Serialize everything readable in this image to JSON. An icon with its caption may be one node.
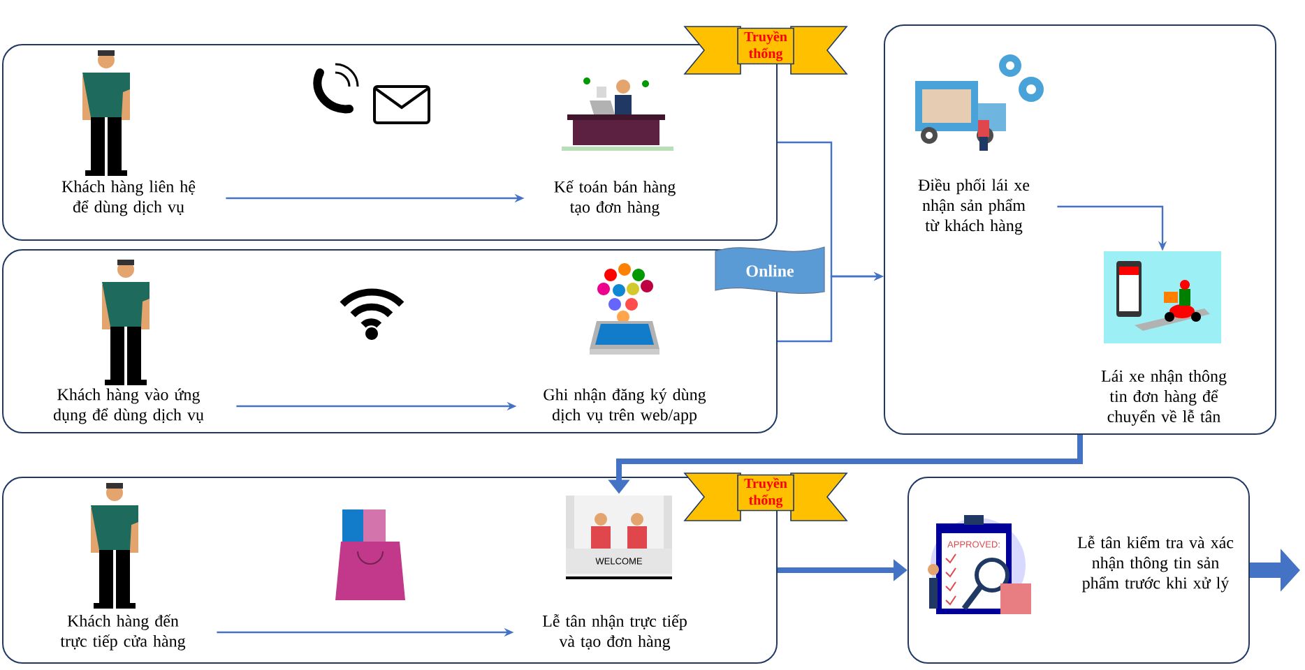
{
  "diagram": {
    "nodes": [
      {
        "text": [],
        "shape": "box"
      },
      {
        "text": [
          "Khách hàng liên hệ để dùng dịch vụ"
        ],
        "in": 0
      },
      {
        "text": [
          "Kế toán bán hàng tạo đơn hàng"
        ],
        "in": 0
      },
      {
        "text": [
          "Truyền thống"
        ]
      },
      {
        "text": [],
        "shape": "box"
      },
      {
        "text": [
          "Khách hàng vào ứng dụng để dùng dịch vụ"
        ],
        "in": 4
      },
      {
        "text": [
          "Ghi nhận đăng ký dùng dịch vụ trên web/app"
        ],
        "in": 4
      },
      {
        "text": [
          "Online"
        ]
      },
      {
        "text": [],
        "shape": "box"
      },
      {
        "text": [
          "Điều phối lái xe nhận sản phẩm từ khách hàng"
        ],
        "in": 8
      },
      {
        "text": [],
        "shape": "picture",
        "in": 8
      },
      {
        "text": [
          "Lái xe nhận thông tin đơn hàng để chuyển về lễ tân"
        ],
        "in": 8
      },
      {
        "text": [],
        "shape": "box"
      },
      {
        "text": [
          "Khách hàng đến trực tiếp cửa hàng"
        ],
        "in": 12
      },
      {
        "text": [],
        "shape": "picture",
        "in": 12
      },
      {
        "text": [
          "Lễ tân nhận trực tiếp và tạo đơn hàng"
        ],
        "in": 12
      },
      {
        "text": [
          "Truyền thống"
        ]
      },
      {
        "text": [],
        "shape": "box"
      },
      {
        "text": [
          "Lễ tân kiểm tra và xác nhận thông tin sản phẩm trước khi xử lý"
        ],
        "in": 17
      }
    ],
    "edges": [
      {
        "from": 1,
        "to": 2,
        "arrow": "to"
      },
      {
        "from": 5,
        "to": 6,
        "arrow": "to"
      },
      {
        "from": 0,
        "to": 8,
        "arrow": "to"
      },
      {
        "from": 4,
        "to": 8,
        "arrow": "to"
      },
      {
        "from": 9,
        "to": 10,
        "arrow": "to"
      },
      {
        "from": 8,
        "to": 14,
        "arrow": "to",
        "style": "thick"
      },
      {
        "from": 13,
        "to": 15,
        "arrow": "to"
      },
      {
        "from": 12,
        "to": 17,
        "arrow": "to",
        "style": "thick"
      },
      {
        "from": 17,
        "to": null,
        "arrow": "to",
        "style": "thick"
      }
    ],
    "labels": [
      "WELCOME",
      "APPROVED:"
    ]
  }
}
